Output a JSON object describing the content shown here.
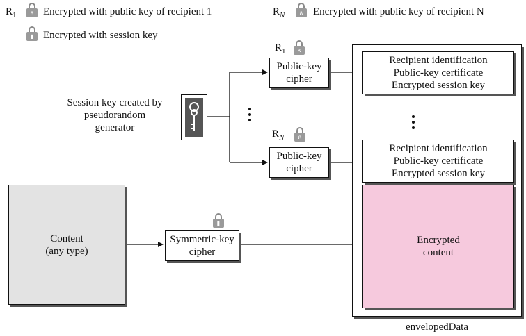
{
  "legend": {
    "r1_prefix": "R",
    "r1_sub": "1",
    "r1_text": "Encrypted with public key of recipient 1",
    "rn_prefix": "R",
    "rn_sub": "N",
    "rn_text": "Encrypted with public key of recipient N",
    "session_text": "Encrypted with session key"
  },
  "session_key": {
    "label_line1": "Session key created by",
    "label_line2": "pseudorandom",
    "label_line3": "generator"
  },
  "cipher_r1": {
    "tag_prefix": "R",
    "tag_sub": "1",
    "line1": "Public-key",
    "line2": "cipher"
  },
  "cipher_rn": {
    "tag_prefix": "R",
    "tag_sub": "N",
    "line1": "Public-key",
    "line2": "cipher"
  },
  "recipient_info_1": {
    "line1": "Recipient identification",
    "line2": "Public-key certificate",
    "line3": "Encrypted session key"
  },
  "recipient_info_n": {
    "line1": "Recipient identification",
    "line2": "Public-key certificate",
    "line3": "Encrypted session key"
  },
  "content": {
    "line1": "Content",
    "line2": "(any type)"
  },
  "symmetric_cipher": {
    "line1": "Symmetric-key",
    "line2": "cipher"
  },
  "encrypted_content": {
    "line1": "Encrypted",
    "line2": "content"
  },
  "enveloped_label": "envelopedData",
  "colors": {
    "content_fill": "#e3e3e3",
    "encrypted_fill": "#f6c9dd",
    "lock_color": "#9a9a9a",
    "shadow": "#555555"
  }
}
